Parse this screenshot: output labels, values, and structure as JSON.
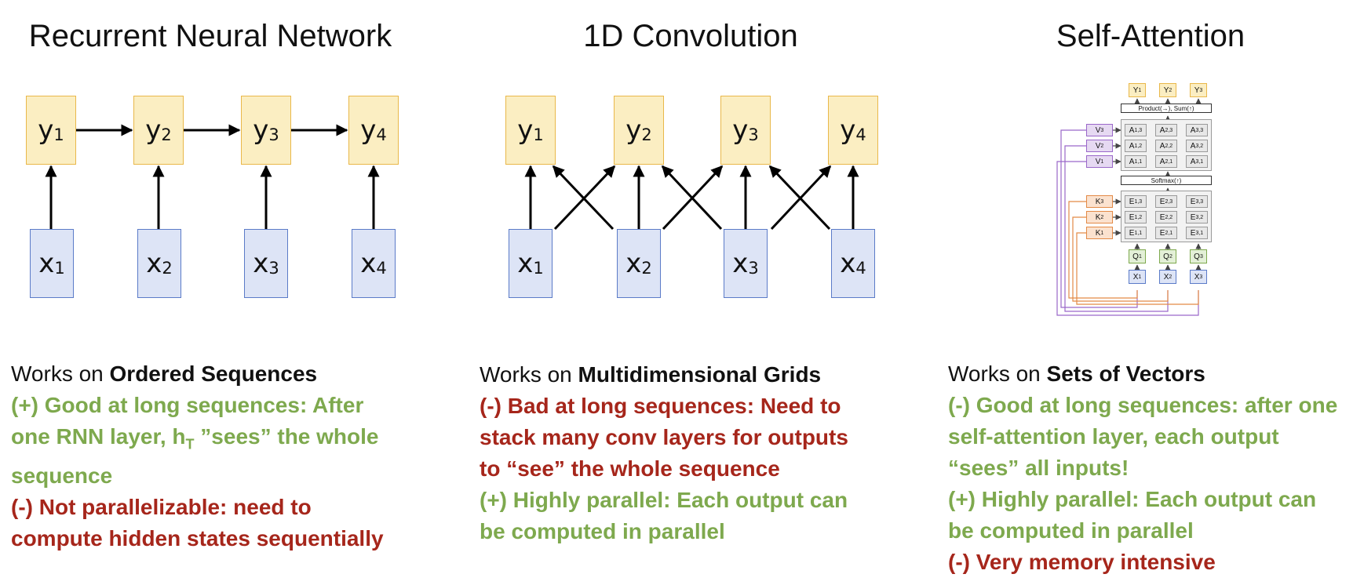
{
  "titles": {
    "rnn": "Recurrent Neural Network",
    "conv": "1D Convolution",
    "attn": "Self-Attention"
  },
  "node_labels": {
    "y": "y",
    "x": "x",
    "subs": [
      "1",
      "2",
      "3",
      "4"
    ]
  },
  "rnn_desc": {
    "works_prefix": "Works on ",
    "works_bold": "Ordered Sequences",
    "pro_1": "(+) Good at long sequences: After",
    "pro_2": "one RNN layer, h",
    "pro_2_sub": "T",
    "pro_2_end": " ”sees” the whole",
    "pro_3": "sequence",
    "con_1": "(-) Not parallelizable: need to",
    "con_2": "compute hidden states sequentially"
  },
  "conv_desc": {
    "works_prefix": "Works on ",
    "works_bold": "Multidimensional Grids",
    "con_1": "(-) Bad at long sequences: Need to",
    "con_2": "stack many conv layers for outputs",
    "con_3": "to “see” the whole sequence",
    "pro_1": "(+) Highly parallel: Each output can",
    "pro_2": "be computed in parallel"
  },
  "attn_desc": {
    "works_prefix": "Works on ",
    "works_bold": "Sets of Vectors",
    "pro_1": "(-) Good at long sequences: after one",
    "pro_2": "self-attention layer, each output",
    "pro_3": "“sees” all inputs!",
    "pro_4": "(+) Highly parallel: Each output can",
    "pro_5": "be computed in parallel",
    "con_1": "(-) Very memory intensive"
  },
  "mini_diagram": {
    "product_label": "Product(→),   Sum(↑)",
    "softmax_label": "Softmax(↑)",
    "y_letter": "Y",
    "v_letter": "V",
    "k_letter": "K",
    "q_letter": "Q",
    "x_letter": "X",
    "a_letter": "A",
    "e_letter": "E",
    "idx": [
      "1",
      "2",
      "3"
    ],
    "v_rows": [
      "3",
      "2",
      "1"
    ],
    "a_grid": [
      [
        "1,3",
        "2,3",
        "3,3"
      ],
      [
        "1,2",
        "2,2",
        "3,2"
      ],
      [
        "1,1",
        "2,1",
        "3,1"
      ]
    ],
    "e_grid": [
      [
        "1,3",
        "2,3",
        "3,3"
      ],
      [
        "1,2",
        "2,2",
        "3,2"
      ],
      [
        "1,1",
        "2,1",
        "3,1"
      ]
    ]
  },
  "colors": {
    "y_fill": "#fbeec2",
    "y_border": "#e9b84a",
    "x_fill": "#dde4f6",
    "x_border": "#5b7bc8",
    "green": "#7ea94e",
    "red": "#a6261b",
    "purple": "#9a67c9",
    "orange": "#e38a46"
  }
}
